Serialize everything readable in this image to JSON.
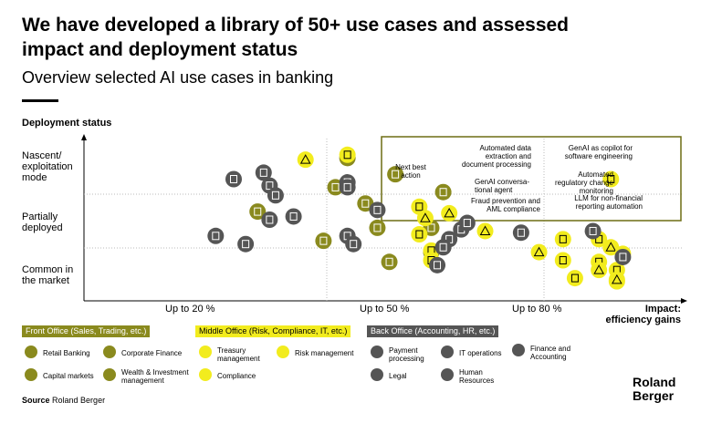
{
  "header": {
    "title": "We have developed a library of 50+ use cases and assessed impact and deployment status",
    "subtitle": "Overview selected AI use cases in banking"
  },
  "colors": {
    "front": "#8a8a1e",
    "middle": "#f2ec1e",
    "back": "#555555",
    "accent": "#6d6d13"
  },
  "chart_data": {
    "type": "scatter",
    "ylabel": "Deployment status",
    "xlabel": "Impact: efficiency gains",
    "x_ticks": [
      "Up to 20 %",
      "Up to 50 %",
      "Up to 80 %"
    ],
    "y_ticks": [
      "Nascent/ exploitation mode",
      "Partially deployed",
      "Common in the market"
    ],
    "series": [
      {
        "name": "Front Office (Sales, Trading, etc.)",
        "points": [
          [
            44,
            88
          ],
          [
            42,
            70
          ],
          [
            29,
            55
          ],
          [
            47,
            60
          ],
          [
            52,
            78
          ],
          [
            58,
            45
          ],
          [
            60,
            67
          ],
          [
            40,
            37
          ],
          [
            49,
            45
          ],
          [
            58,
            30
          ],
          [
            51,
            24
          ]
        ]
      },
      {
        "name": "Middle Office (Risk, Compliance, IT, etc.)",
        "points": [
          [
            37,
            87
          ],
          [
            44,
            90
          ],
          [
            56,
            58
          ],
          [
            61,
            54
          ],
          [
            56,
            41
          ],
          [
            58,
            31
          ],
          [
            67,
            43
          ],
          [
            88,
            75
          ],
          [
            80,
            38
          ],
          [
            76,
            30
          ],
          [
            86,
            38
          ],
          [
            80,
            25
          ],
          [
            88,
            33
          ],
          [
            90,
            29
          ],
          [
            86,
            24
          ],
          [
            86,
            19
          ],
          [
            89,
            19
          ],
          [
            89,
            12
          ],
          [
            57,
            51
          ],
          [
            58,
            25
          ],
          [
            82,
            14
          ],
          [
            89,
            13
          ]
        ]
      },
      {
        "name": "Back Office (Accounting, HR, etc.)",
        "points": [
          [
            30,
            79
          ],
          [
            31,
            71
          ],
          [
            32,
            65
          ],
          [
            31,
            50
          ],
          [
            25,
            75
          ],
          [
            22,
            40
          ],
          [
            27,
            35
          ],
          [
            35,
            52
          ],
          [
            44,
            73
          ],
          [
            49,
            56
          ],
          [
            44,
            40
          ],
          [
            45,
            35
          ],
          [
            44,
            70
          ],
          [
            63,
            44
          ],
          [
            61,
            38
          ],
          [
            60,
            33
          ],
          [
            59,
            22
          ],
          [
            64,
            48
          ],
          [
            73,
            42
          ],
          [
            85,
            43
          ],
          [
            90,
            27
          ]
        ]
      }
    ],
    "annotations": [
      "Next best action",
      "Automated data extraction and document processing",
      "GenAI as copilot for software engineering",
      "GenAI conversa-tional agent",
      "Automated regulatory change monitoring",
      "Fraud prevention and AML compliance",
      "LLM for non-financial reporting automation"
    ]
  },
  "legend": {
    "front_label": "Front Office (Sales, Trading, etc.)",
    "middle_label": "Middle Office (Risk, Compliance, IT, etc.)",
    "back_label": "Back Office (Accounting, HR, etc.)",
    "items": {
      "retail": "Retail Banking",
      "corporate": "Corporate Finance",
      "capital": "Capital markets",
      "wealth": "Wealth & Investment management",
      "treasury": "Treasury management",
      "risk": "Risk management",
      "compliance": "Compliance",
      "payment": "Payment processing",
      "itops": "IT operations",
      "finance": "Finance and Accounting",
      "legal": "Legal",
      "hr": "Human Resources"
    }
  },
  "footer": {
    "source_bold": "Source",
    "source": "Roland Berger",
    "logo_line1": "Roland",
    "logo_line2": "Berger"
  }
}
